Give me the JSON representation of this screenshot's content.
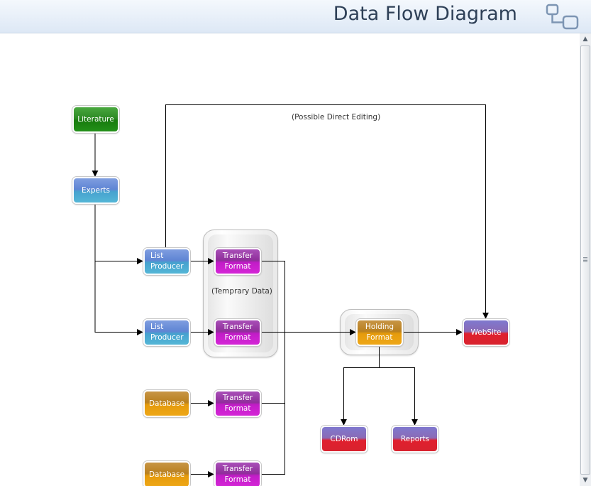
{
  "header": {
    "title": "Data Flow Diagram",
    "icon": "diagram-icon"
  },
  "diagram": {
    "nodes": {
      "literature": "Literature",
      "experts": "Experts",
      "list_producer_1": [
        "List",
        "Producer"
      ],
      "list_producer_2": [
        "List",
        "Producer"
      ],
      "transfer_format_1": [
        "Transfer",
        "Format"
      ],
      "transfer_format_2": [
        "Transfer",
        "Format"
      ],
      "transfer_format_3": [
        "Transfer",
        "Format"
      ],
      "transfer_format_4": [
        "Transfer",
        "Format"
      ],
      "database_1": "Database",
      "database_2": "Database",
      "holding_format": [
        "Holding",
        "Format"
      ],
      "website": "WebSite",
      "cdrom": "CDRom",
      "reports": "Reports"
    },
    "annotations": {
      "direct_editing": "(Possible Direct Editing)",
      "temporary_data": "(Temprary Data)"
    }
  },
  "colors": {
    "green": "#2e8a25",
    "blue": "#5f85d4",
    "purple": "#c21cc7",
    "orange": "#e59b0c",
    "red": "#e0202e",
    "connector": "#000000"
  }
}
